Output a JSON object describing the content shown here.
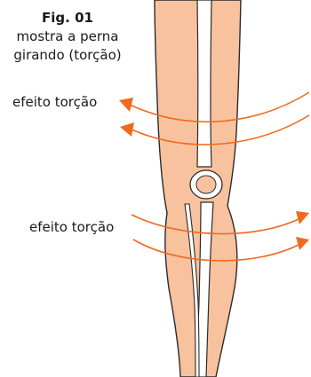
{
  "caption": {
    "title": "Fig. 01",
    "line1": "mostra a perna",
    "line2": "girando (torção)"
  },
  "labels": {
    "upper": "efeito torção",
    "lower": "efeito torção"
  },
  "colors": {
    "skin": "#f9c29e",
    "outline": "#2b2b2b",
    "bone": "#ffffff",
    "arrow": "#ef6a1e"
  }
}
